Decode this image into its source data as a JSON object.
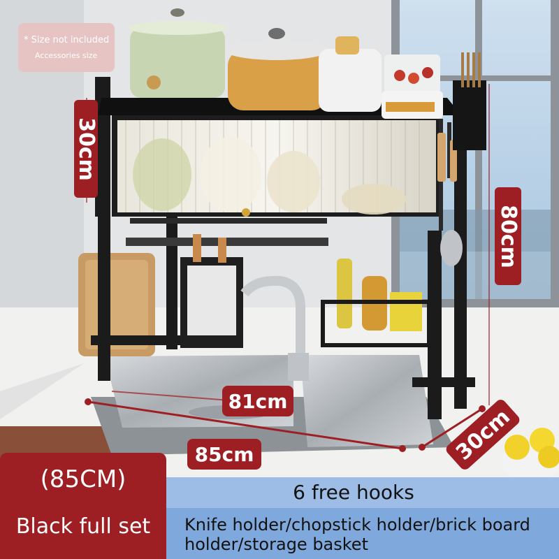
{
  "note": {
    "line1": "* Size not included",
    "line2": "Accessories size"
  },
  "dimensions": {
    "rack_height": "30cm",
    "total_height": "80cm",
    "inner_width": "81cm",
    "outer_width": "85cm",
    "depth": "30cm"
  },
  "footer": {
    "size": "(85CM)",
    "set": "Black full set",
    "hooks": "6 free hooks",
    "features": "Knife holder/chopstick holder/brick board holder/storage basket"
  },
  "colors": {
    "badge_red": "#9e1f23",
    "note_pink": "#e6c4c4",
    "panel_blue": "#7fa9dc",
    "rack_black": "#1b1b1b"
  }
}
